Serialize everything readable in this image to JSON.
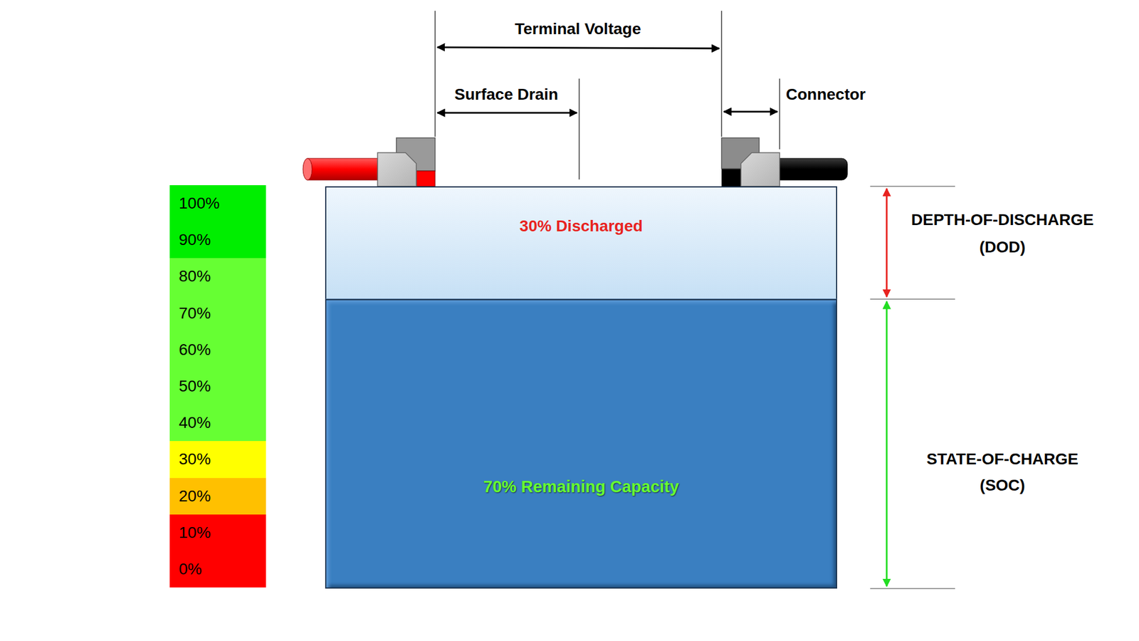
{
  "diagram": {
    "nodes": [
      {
        "text": [
          "100%",
          "90%"
        ]
      },
      {
        "text": [
          "80%",
          "70%",
          "60%",
          "50%",
          "40%"
        ]
      },
      {
        "text": [
          "30%"
        ]
      },
      {
        "text": [
          "20%"
        ]
      },
      {
        "text": [
          "10%",
          "0%"
        ]
      },
      {
        "text": [
          "30% Discharged"
        ]
      },
      {
        "text": [
          "70% Remaining Capacity"
        ]
      }
    ],
    "labels": [
      "Terminal Voltage",
      "Surface Drain",
      "Connector",
      "DEPTH-OF-DISCHARGE (DOD)",
      "STATE-OF-CHARGE (SOC)"
    ]
  }
}
